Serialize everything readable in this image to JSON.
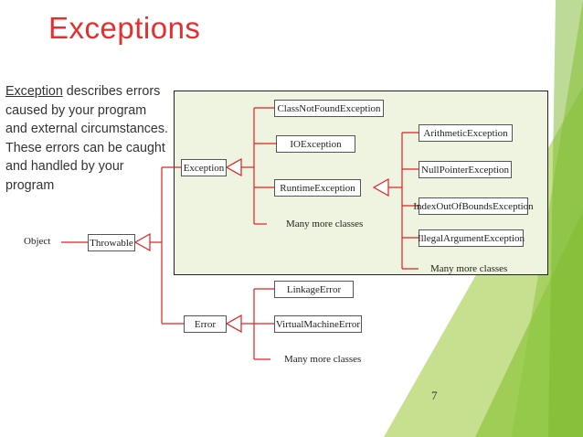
{
  "slide": {
    "title": "Exceptions",
    "description_link": "Exception",
    "description_rest": " describes errors caused by your program and external circumstances. These errors can be caught and handled by your program",
    "page_number": "7"
  },
  "colors": {
    "title": "#e3302f",
    "arrow": "#e02020",
    "panel": "#eef4df",
    "accent_green": "#8dc63f"
  },
  "diagram": {
    "object": "Object",
    "throwable": "Throwable",
    "exception": "Exception",
    "error": "Error",
    "exception_children": {
      "class_not_found": "ClassNotFoundException",
      "io": "IOException",
      "runtime": "RuntimeException",
      "more": "Many more classes"
    },
    "runtime_children": {
      "arithmetic": "ArithmeticException",
      "null_pointer": "NullPointerException",
      "index_out_of_bounds": "IndexOutOfBoundsException",
      "illegal_argument": "IllegalArgumentException",
      "more": "Many more classes"
    },
    "error_children": {
      "linkage": "LinkageError",
      "virtual_machine": "VirtualMachineError",
      "more": "Many more classes"
    }
  }
}
